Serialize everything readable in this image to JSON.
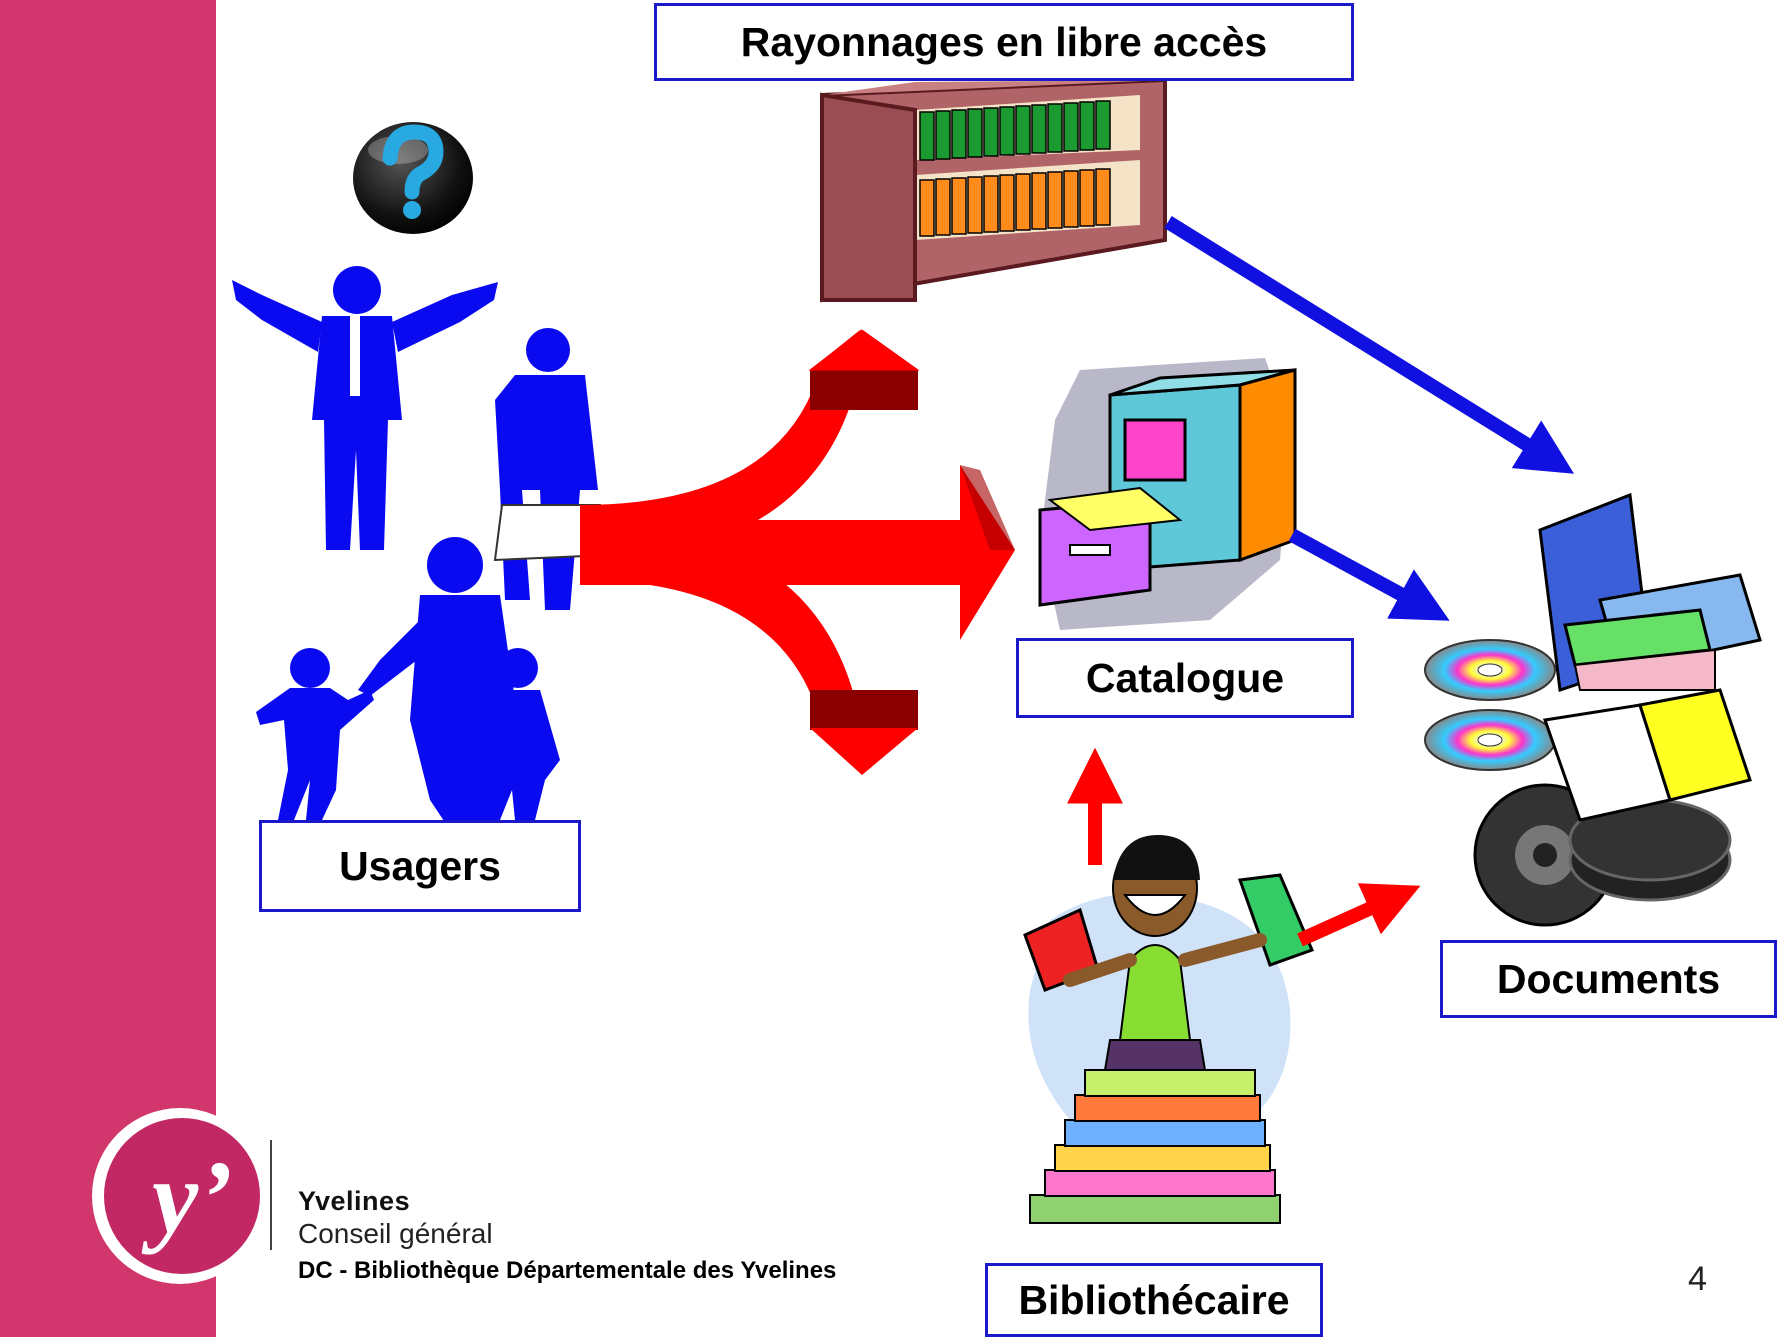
{
  "labels": {
    "rayonnages": "Rayonnages en libre accès",
    "catalogue": "Catalogue",
    "usagers": "Usagers",
    "documents": "Documents",
    "bibliothecaire": "Bibliothécaire"
  },
  "logo": {
    "glyph": "y’",
    "name": "Yvelines",
    "subtitle": "Conseil général"
  },
  "footer": {
    "text": "DC - Bibliothèque Départementale des Yvelines",
    "page_number": "4"
  },
  "icons": [
    "question-mark-icon",
    "users-silhouette-icon",
    "bookshelf-icon",
    "filing-cabinet-icon",
    "media-documents-icon",
    "librarian-icon"
  ],
  "colors": {
    "sidebar": "#d1376c",
    "box_border": "#1a18c8",
    "blue_arrow": "#1010e0",
    "red_arrow": "#ff0000",
    "silhouette": "#0a0af0"
  }
}
